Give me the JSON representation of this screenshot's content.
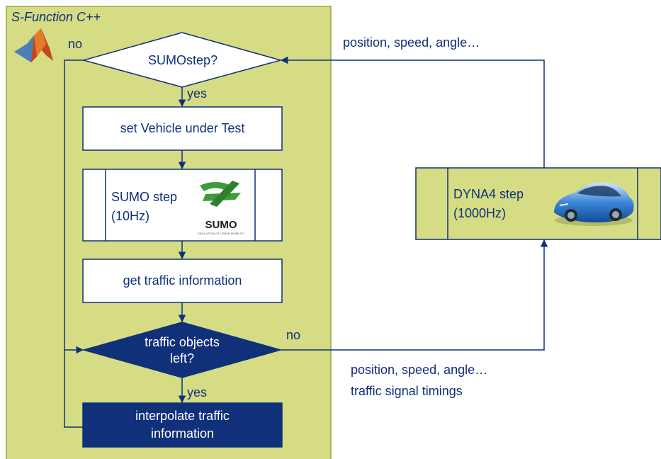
{
  "panel": {
    "title": "S-Function C++"
  },
  "icons": {
    "matlab": "matlab-logo-icon",
    "sumo": "sumo-logo-icon",
    "car": "car-icon"
  },
  "nodes": {
    "sumo_step_decision": "SUMOstep?",
    "set_vehicle": "set Vehicle under Test",
    "sumo_step": {
      "line1": "SUMO step",
      "line2": "(10Hz)",
      "logo_text": "SUMO",
      "logo_subtext": "SIMULATION OF URBAN MOBILITY"
    },
    "get_traffic": "get traffic information",
    "objects_decision": {
      "line1": "traffic objects",
      "line2": "left?"
    },
    "interpolate": {
      "line1": "interpolate traffic",
      "line2": "information"
    },
    "dyna4_step": {
      "line1": "DYNA4 step",
      "line2": "(1000Hz)"
    }
  },
  "edges": {
    "top_no": "no",
    "top_yes": "yes",
    "bottom_no": "no",
    "bottom_yes": "yes",
    "feedback_label": "position, speed, angle…",
    "output_label_1": "position, speed, angle…",
    "output_label_2": "traffic signal timings"
  },
  "colors": {
    "panel_fill": "#d5dc84",
    "panel_stroke": "#9aa246",
    "line": "#10307a",
    "dark_fill": "#10307a",
    "box_fill": "#ffffff"
  }
}
